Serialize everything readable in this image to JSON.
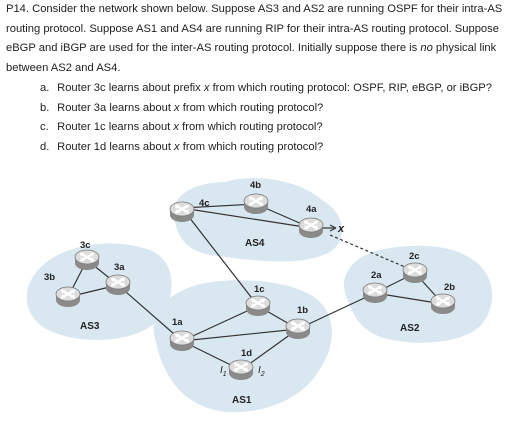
{
  "problem": {
    "number": "P14.",
    "intro_a": " Consider the network shown below. Suppose AS3 and AS2 are running OSPF for their intra-AS routing protocol. Suppose AS1 and AS4 are running RIP for their intra-AS routing protocol. Suppose eBGP and iBGP are used for the inter-AS routing protocol. Initially suppose there is ",
    "intro_em": "no",
    "intro_b": " physical link between AS2 and AS4.",
    "parts": [
      {
        "letter": "a.",
        "pre": "Router 3c learns about prefix ",
        "var": "x",
        "post": " from which routing protocol: OSPF, RIP, eBGP, or iBGP?"
      },
      {
        "letter": "b.",
        "pre": "Router 3a learns about ",
        "var": "x",
        "post": " from which routing protocol?"
      },
      {
        "letter": "c.",
        "pre": "Router 1c learns about ",
        "var": "x",
        "post": " from which routing protocol?"
      },
      {
        "letter": "d.",
        "pre": "Router 1d learns about ",
        "var": "x",
        "post": " from which routing protocol?"
      }
    ]
  },
  "figure": {
    "as_labels": {
      "as3": "AS3",
      "as4": "AS4",
      "as2": "AS2",
      "as1": "AS1"
    },
    "routers": {
      "r3c": "3c",
      "r3b": "3b",
      "r3a": "3a",
      "r4c": "4c",
      "r4b": "4b",
      "r4a": "4a",
      "r1c": "1c",
      "r1a": "1a",
      "r1b": "1b",
      "r1d": "1d",
      "r2a": "2a",
      "r2c": "2c",
      "r2b": "2b"
    },
    "prefix": "x",
    "interfaces": {
      "l1": "I",
      "l1_sub": "1",
      "l2": "I",
      "l2_sub": "2"
    },
    "colors": {
      "cloud": "#d9e7f1",
      "router_top": "#d8d8d8",
      "router_side": "#8a8a8a",
      "link": "#333333"
    }
  }
}
